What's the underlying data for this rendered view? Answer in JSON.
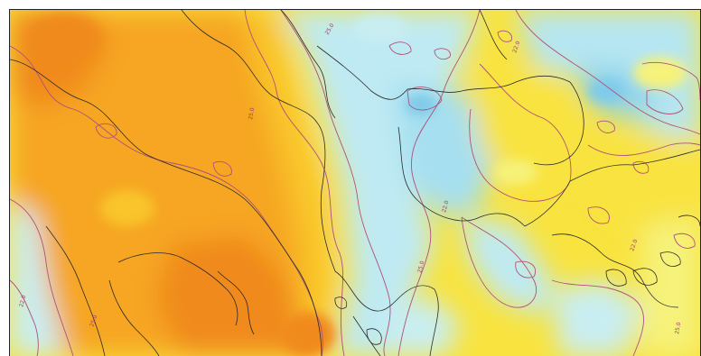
{
  "map": {
    "type": "temperature-field",
    "palette": {
      "deep_orange": "#f08a1c",
      "orange": "#f6a623",
      "light_orange": "#f9c52c",
      "yellow": "#f8e33f",
      "pale_yellow": "#f6f27a",
      "pale_blue": "#c9eef2",
      "blue": "#9fdcf0",
      "deep_blue": "#7fcbea"
    },
    "contour_color": "#b0507a",
    "border_color": "#2a2a2a",
    "contour_labels": [
      "25.0",
      "22.0",
      "25.0",
      "22.0",
      "25.0",
      "22.0",
      "25.0",
      "22.0",
      "25.0"
    ]
  }
}
